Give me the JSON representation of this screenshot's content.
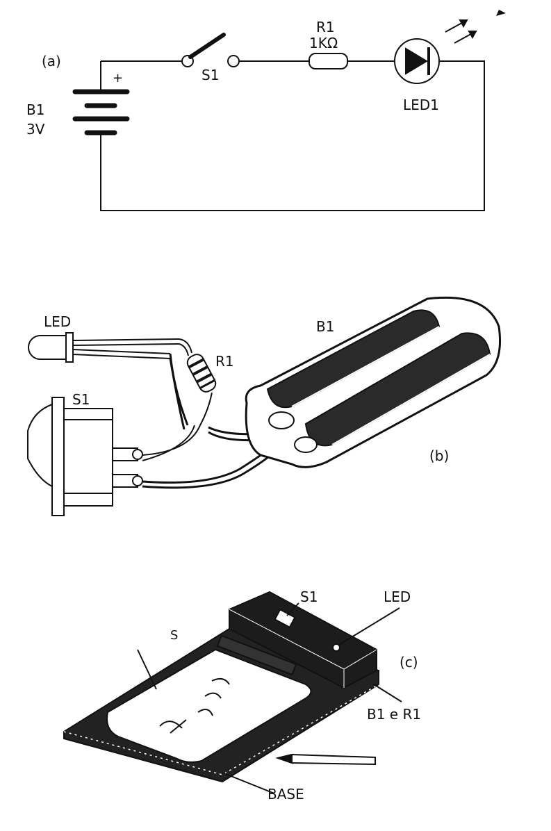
{
  "panel_a": {
    "tag": "(a)",
    "battery_label": "B1",
    "battery_voltage": "3V",
    "plus": "+",
    "switch_label": "S1",
    "resistor_label": "R1",
    "resistor_value": "1KΩ",
    "led_label": "LED1"
  },
  "panel_b": {
    "tag": "(b)",
    "led_label": "LED",
    "resistor_label": "R1",
    "switch_label": "S1",
    "battery_label": "B1"
  },
  "panel_c": {
    "tag": "(c)",
    "switch_label": "S1",
    "led_label": "LED",
    "battery_resistor_label": "B1 e R1",
    "base_label": "BASE",
    "partial_label": "S"
  },
  "colors": {
    "ink": "#111111",
    "paper": "#ffffff",
    "shade": "#3a3a3a"
  }
}
